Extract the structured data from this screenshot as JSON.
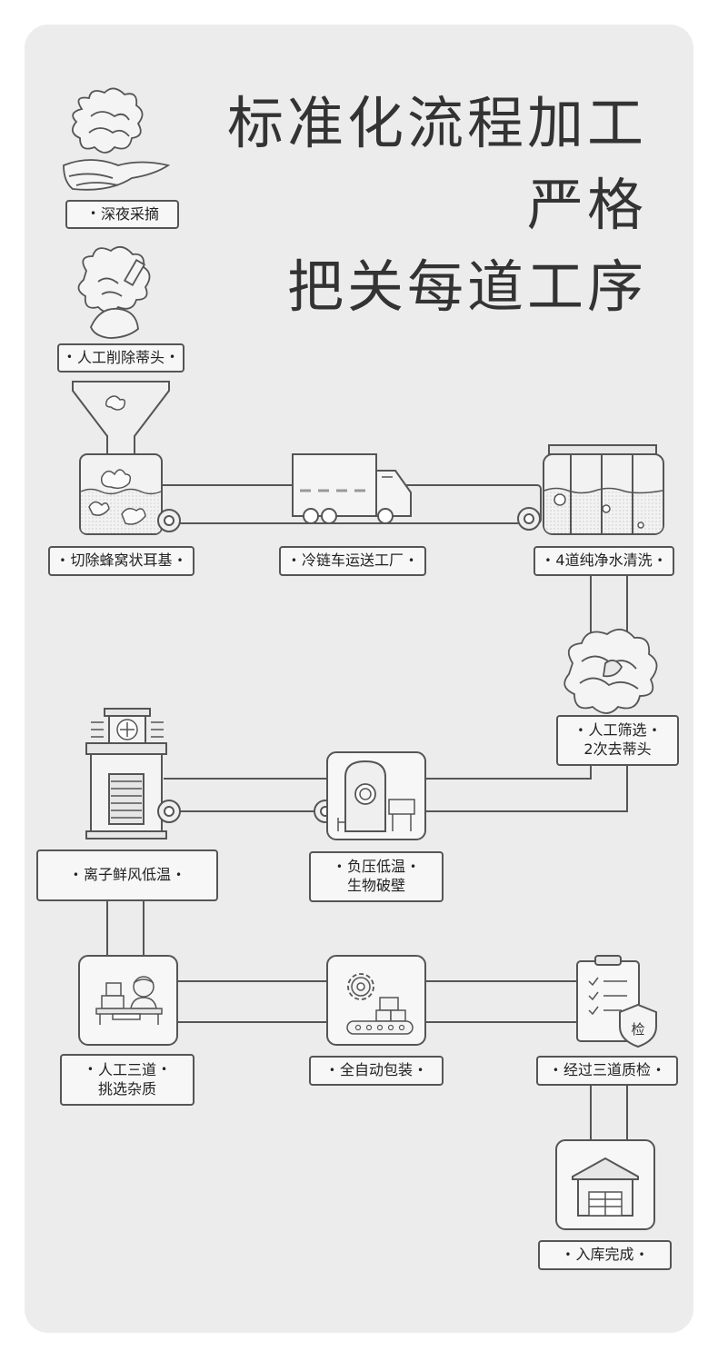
{
  "title": {
    "line1": "标准化流程加工",
    "line2": "严格",
    "line3": "把关每道工序"
  },
  "steps": {
    "s1": "深夜采摘",
    "s2": "人工削除蒂头",
    "s3": "切除蜂窝状耳基",
    "s4": "冷链车运送工厂",
    "s5": "4道纯净水清洗",
    "s6_l1": "人工筛选",
    "s6_l2": "2次去蒂头",
    "s7_l1": "负压低温",
    "s7_l2": "生物破壁",
    "s8": "离子鲜风低温",
    "s9_l1": "人工三道",
    "s9_l2": "挑选杂质",
    "s10": "全自动包装",
    "s11": "经过三道质检",
    "s12": "入库完成"
  },
  "badge": {
    "check": "检"
  },
  "bullet": "•",
  "colors": {
    "background": "#ececec",
    "line": "#555555",
    "label_fill": "#f7f7f7",
    "title": "#333333"
  },
  "icons": [
    "tremella-hand-icon",
    "tremella-person-icon",
    "funnel-tank-icon",
    "truck-icon",
    "wash-tank-icon",
    "tremella-icon",
    "dryer-machine-icon",
    "vacuum-tank-icon",
    "worker-desk-icon",
    "gear-conveyor-icon",
    "checklist-shield-icon",
    "warehouse-icon"
  ]
}
